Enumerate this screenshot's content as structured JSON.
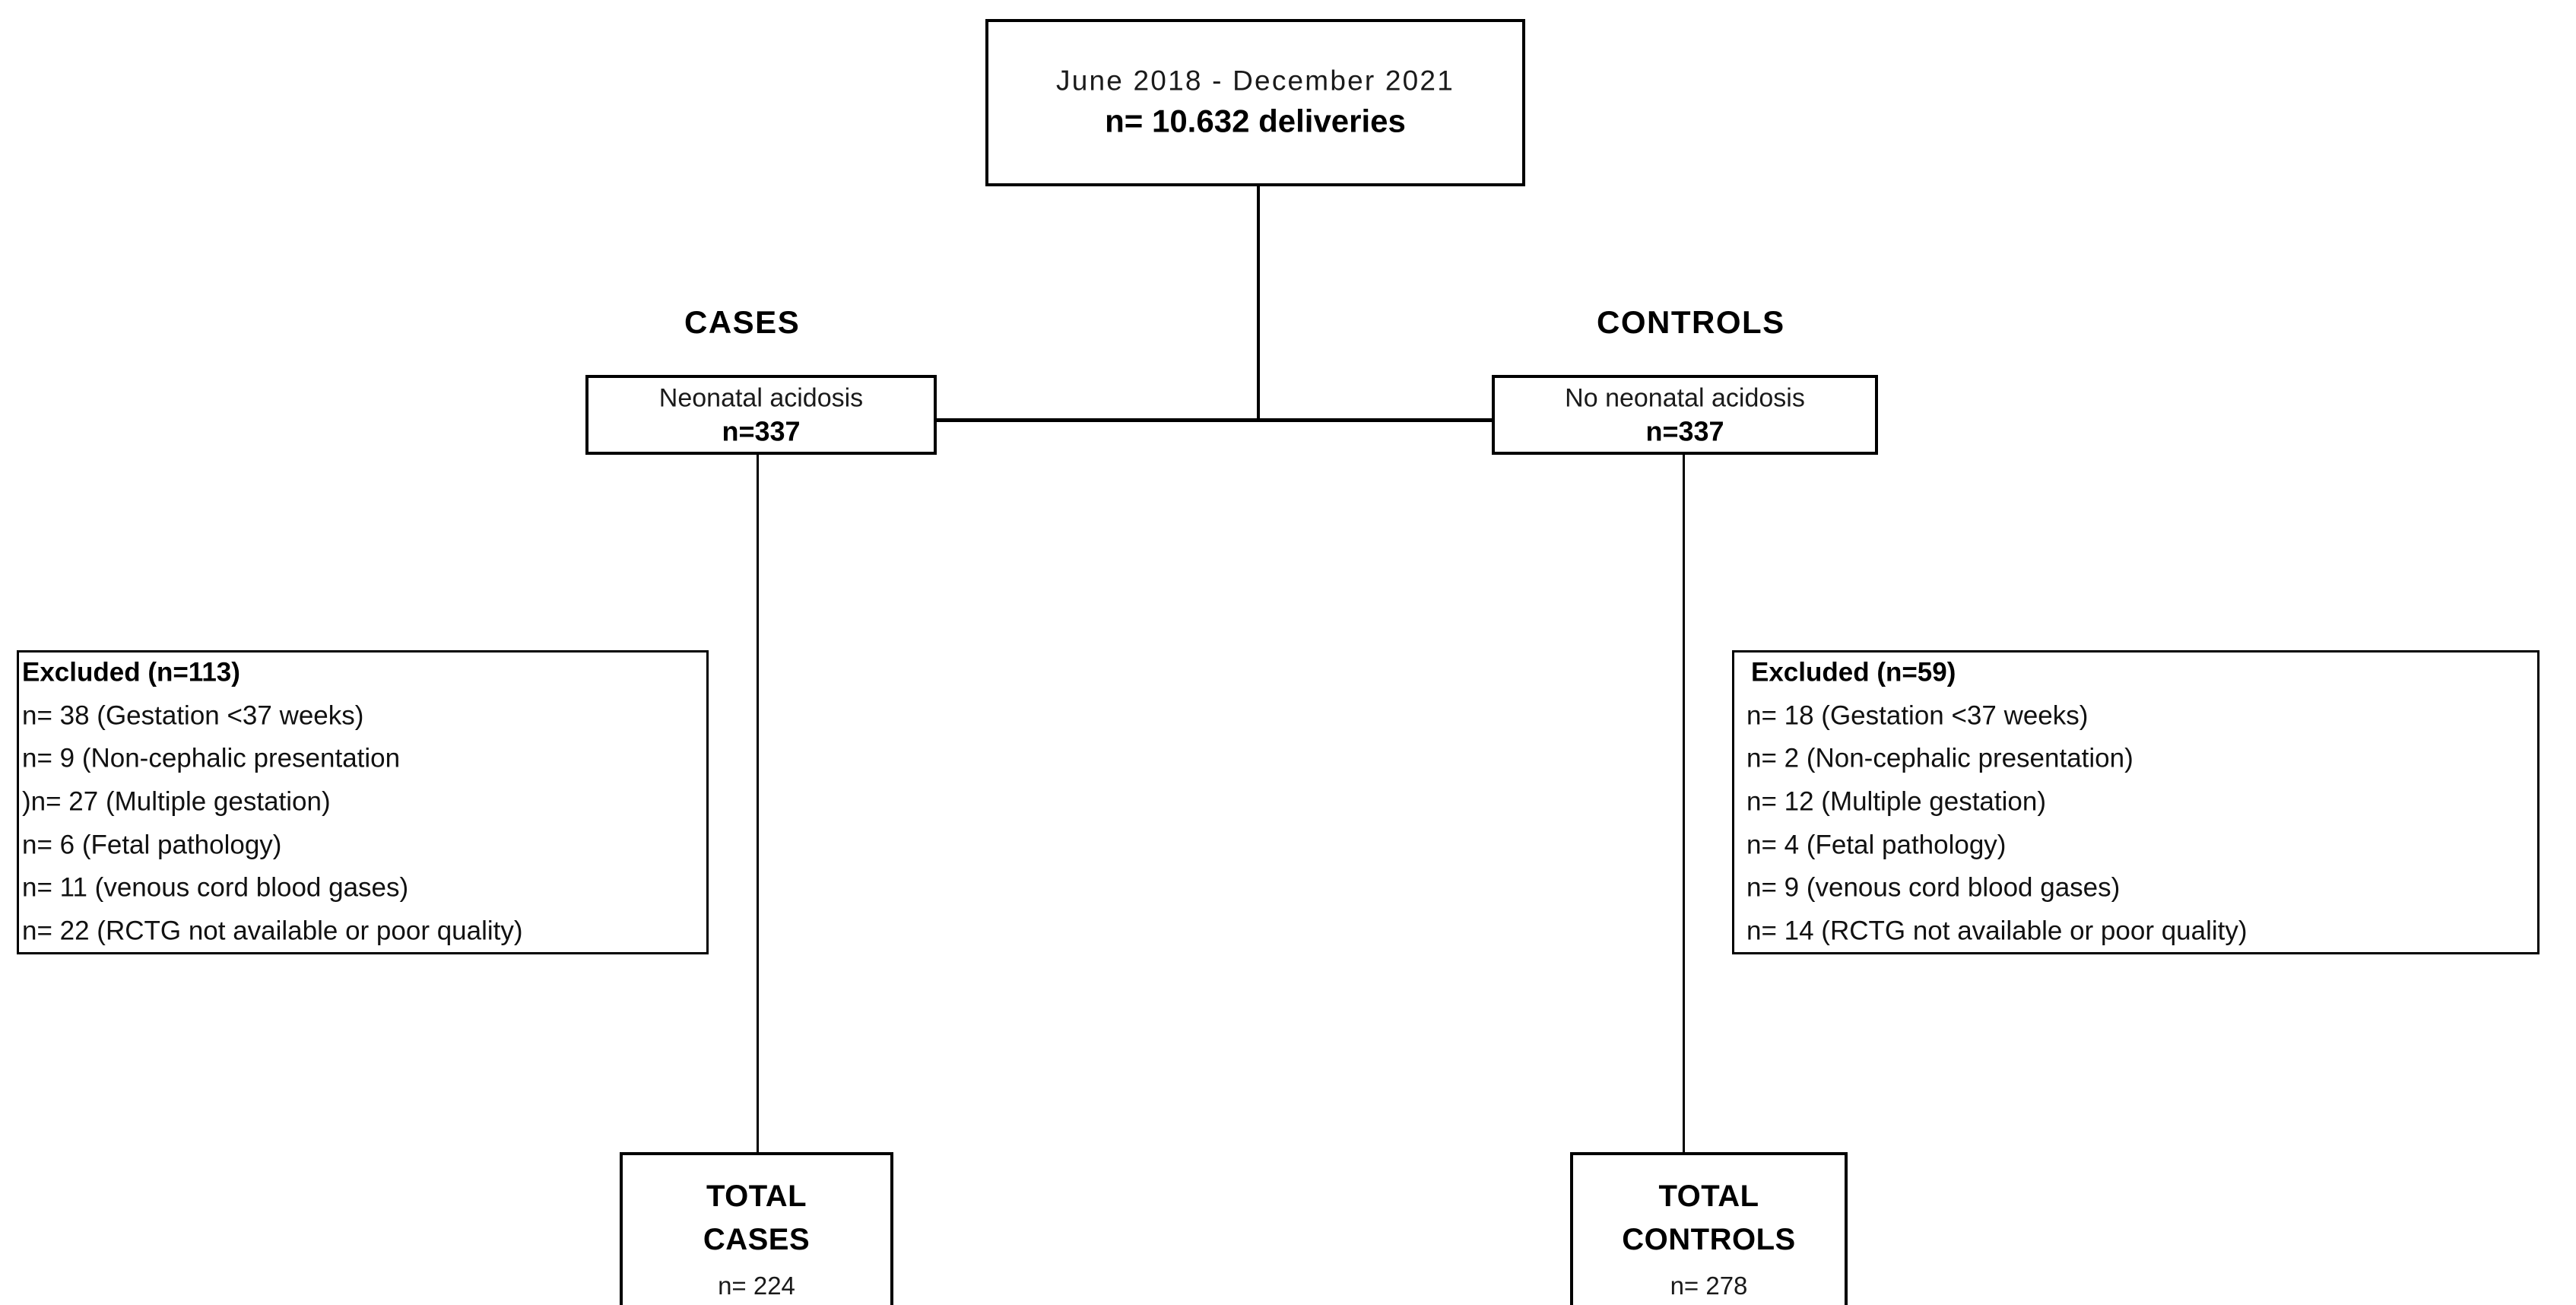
{
  "source": {
    "period": "June  2018  -  December  2021",
    "count_label": "n= 10.632 deliveries"
  },
  "groups": {
    "cases_header": "CASES",
    "controls_header": "CONTROLS"
  },
  "arms": {
    "cases": {
      "title": "Neonatal acidosis",
      "count_label": "n=337"
    },
    "controls": {
      "title": "No neonatal acidosis",
      "count_label": "n=337"
    }
  },
  "exclusions": {
    "cases": {
      "title": "Excluded (n=113)",
      "reasons": [
        "n= 38 (Gestation <37 weeks)",
        "n= 9 (Non-cephalic presentation",
        ")n= 27 (Multiple gestation)",
        "n= 6 (Fetal pathology)",
        "n= 11 (venous cord blood gases)",
        "n= 22 (RCTG not available or poor quality)"
      ]
    },
    "controls": {
      "title": "Excluded (n=59)",
      "reasons": [
        "n= 18 (Gestation <37 weeks)",
        "n= 2 (Non-cephalic presentation)",
        "n= 12 (Multiple gestation)",
        "n= 4 (Fetal pathology)",
        "n= 9 (venous cord blood gases)",
        "n= 14 (RCTG not available or poor quality)"
      ]
    }
  },
  "totals": {
    "cases": {
      "label_line1": "TOTAL",
      "label_line2": "CASES",
      "count_label": "n= 224"
    },
    "controls": {
      "label_line1": "TOTAL",
      "label_line2": "CONTROLS",
      "count_label": "n= 278"
    }
  },
  "colors": {
    "stroke": "#000000",
    "background": "#ffffff",
    "text": "#000000"
  }
}
